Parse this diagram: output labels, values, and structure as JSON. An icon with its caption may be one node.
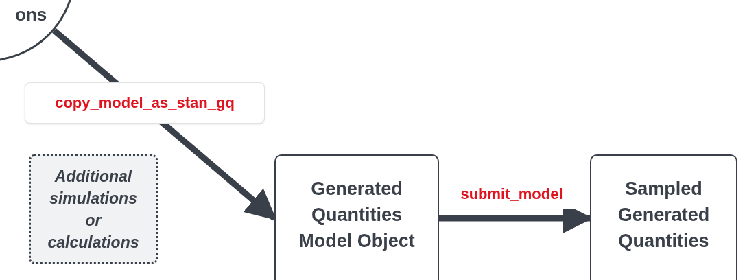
{
  "diagram": {
    "nodes": [
      {
        "text": [
          "ons"
        ]
      },
      {
        "text": [
          "Additional simulations or calculations"
        ]
      },
      {
        "text": [
          "Generated Quantities Model Object"
        ]
      },
      {
        "text": [
          "Sampled Generated Quantities"
        ]
      }
    ],
    "edges": [
      {
        "from": 0,
        "to": 2,
        "arrow": "to",
        "label": "copy_model_as_stan_gq"
      },
      {
        "from": 2,
        "to": 3,
        "arrow": "to",
        "label": "submit_model"
      }
    ]
  }
}
